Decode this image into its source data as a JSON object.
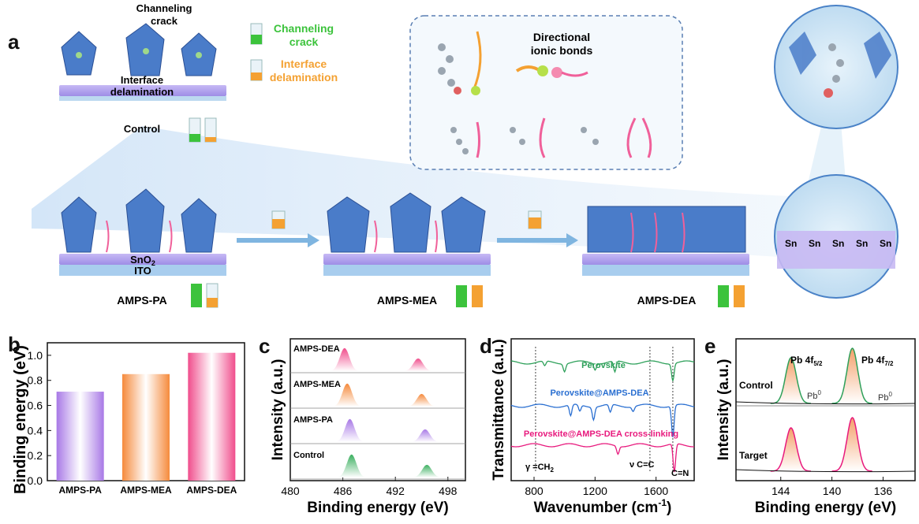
{
  "panel_a": {
    "label": "a",
    "channeling_crack_top": "Channeling\ncrack",
    "interface_delamination_top": "Interface\ndelamination",
    "control_label": "Control",
    "legend_channeling": "Channeling\ncrack",
    "legend_interface": "Interface\ndelamination",
    "directional_bonds": "Directional\nionic bonds",
    "sno2": "SnO",
    "sno2_sub": "2",
    "ito": "ITO",
    "stages": [
      "AMPS-PA",
      "AMPS-MEA",
      "AMPS-DEA"
    ],
    "sn_labels": [
      "Sn",
      "Sn",
      "Sn",
      "Sn",
      "Sn"
    ],
    "colors": {
      "channeling": "#3cc33c",
      "interface": "#f4a132",
      "substrate": "#b9aaf0",
      "crystal": "#4a7cc9"
    }
  },
  "chart_data": [
    {
      "panel": "b",
      "type": "bar",
      "categories": [
        "AMPS-PA",
        "AMPS-MEA",
        "AMPS-DEA"
      ],
      "values": [
        0.71,
        0.85,
        1.02
      ],
      "colors": [
        "#a879e6",
        "#f58a3c",
        "#f04d8c"
      ],
      "ylabel": "Binding energy (eV)",
      "ylim": [
        0,
        1.1
      ],
      "yticks": [
        "0.0",
        "0.2",
        "0.4",
        "0.6",
        "0.8",
        "1.0"
      ]
    },
    {
      "panel": "c",
      "type": "line",
      "xlabel": "Binding energy (eV)",
      "ylabel": "Intensity (a.u.)",
      "xlim": [
        480,
        500
      ],
      "xticks": [
        "480",
        "486",
        "492",
        "498"
      ],
      "series": [
        {
          "name": "AMPS-DEA",
          "peaks": [
            486.2,
            494.6
          ],
          "color": "#f04d8c"
        },
        {
          "name": "AMPS-MEA",
          "peaks": [
            486.5,
            495.0
          ],
          "color": "#f58a3c"
        },
        {
          "name": "AMPS-PA",
          "peaks": [
            486.8,
            495.4
          ],
          "color": "#a879e6"
        },
        {
          "name": "Control",
          "peaks": [
            487.0,
            495.6
          ],
          "color": "#3cb060"
        }
      ]
    },
    {
      "panel": "d",
      "type": "line",
      "xlabel": "Wavenumber (cm",
      "xlabel_sup": "-1",
      "xlabel_end": ")",
      "ylabel": "Transmittance (a.u.)",
      "xticks": [
        "800",
        "1200",
        "1600"
      ],
      "series": [
        {
          "name": "Perovskite",
          "color": "#2ea05a"
        },
        {
          "name": "Perovskite@AMPS-DEA",
          "color": "#2a6fd1"
        },
        {
          "name": "Perovskite@AMPS-DEA cross-linking",
          "color": "#e8197d"
        }
      ],
      "annotations": [
        "γ =CH",
        "2",
        "ν C=C",
        "C=N"
      ]
    },
    {
      "panel": "e",
      "type": "line",
      "xlabel": "Binding energy (eV)",
      "ylabel": "Intensity (a.u.)",
      "xticks": [
        "144",
        "140",
        "136"
      ],
      "series": [
        {
          "name": "Control",
          "color": "#2ea05a"
        },
        {
          "name": "Target",
          "color": "#e8197d"
        }
      ],
      "peak_labels": [
        "Pb 4f",
        "5/2",
        "Pb 4f",
        "7/2",
        "Pb",
        "0",
        "Pb",
        "0"
      ]
    }
  ],
  "panel_labels": [
    "b",
    "c",
    "d",
    "e"
  ]
}
